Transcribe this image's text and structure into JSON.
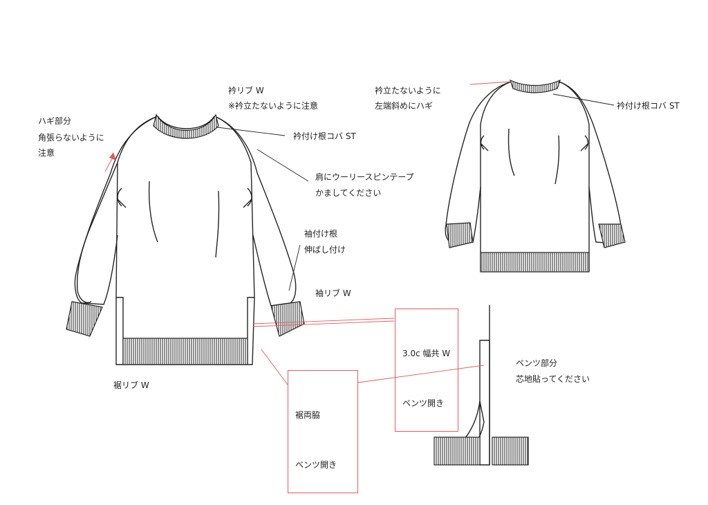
{
  "annotations": {
    "collar_rib": "衿リブ W",
    "collar_note": "※衿立たないように注意",
    "seam_part": "ハギ部分",
    "seam_note": "角張らないように",
    "seam_note2": "注意",
    "collar_stitch": "衿付け根コバ ST",
    "shoulder_tape": "肩にウーリースピンテープ",
    "shoulder_tape2": "かましてください",
    "sleeve_root": "袖付け根",
    "sleeve_root2": "伸ばし付け",
    "sleeve_rib": "袖リブ W",
    "hem_rib": "裾リブ W",
    "back_collar": "衿立たないように",
    "back_collar2": "左端斜めにハギ",
    "back_collar_stitch": "衿付け根コバ ST",
    "vent_width": "3.0c 幅共 W",
    "vent_label": "ベンツ開き",
    "hem_sides": "裾両脇",
    "hem_vent": "ベンツ開き",
    "vent_part": "ベンツ部分",
    "vent_interfacing": "芯地貼ってください"
  },
  "colors": {
    "line": "#222222",
    "accent": "#e05a5a",
    "paper": "#ffffff"
  }
}
